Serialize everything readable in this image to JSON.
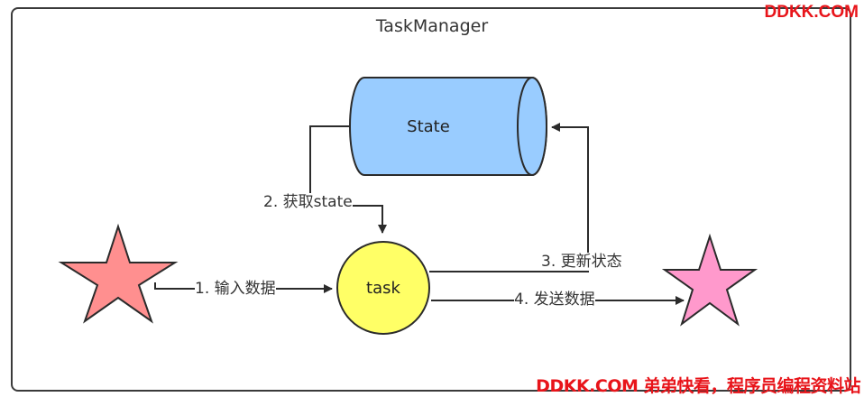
{
  "title": "TaskManager",
  "watermark_top": "DDKK.COM",
  "watermark_bottom": "DDKK.COM 弟弟快看，程序员编程资料站",
  "nodes": {
    "state": "State",
    "task": "task"
  },
  "edges": {
    "input": "1. 输入数据",
    "get_state": "2. 获取state",
    "update_state": "3. 更新状态",
    "send": "4. 发送数据"
  },
  "colors": {
    "state_fill": "#99ccff",
    "task_fill": "#ffff66",
    "source_star": "#ff8f8f",
    "sink_star": "#ff99cc",
    "watermark": "#e8141a"
  }
}
